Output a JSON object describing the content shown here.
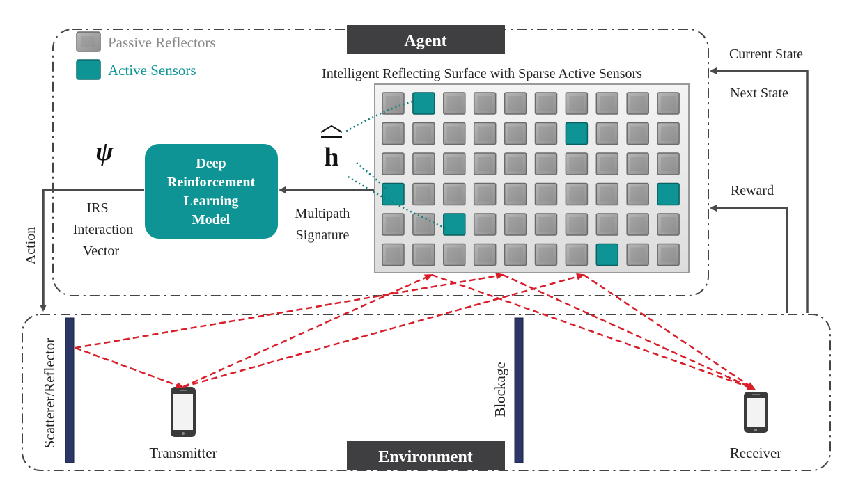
{
  "legend": {
    "passive_label": "Passive Reflectors",
    "active_label": "Active Sensors"
  },
  "agent": {
    "title": "Agent",
    "irs_title": "Intelligent Reflecting Surface with Sparse Active Sensors",
    "model_lines": [
      "Deep",
      "Reinforcement",
      "Learning",
      "Model"
    ],
    "psi_symbol": "ψ",
    "h_symbol": "h",
    "multipath_lines": [
      "Multipath",
      "Signature"
    ],
    "irs_vector_lines": [
      "IRS",
      "Interaction",
      "Vector"
    ]
  },
  "environment": {
    "title": "Environment",
    "scatterer_label": "Scatterer/Reflector",
    "blockage_label": "Blockage",
    "transmitter_label": "Transmitter",
    "receiver_label": "Receiver"
  },
  "feedback": {
    "current_state": "Current State",
    "next_state": "Next State",
    "reward": "Reward",
    "action": "Action"
  },
  "irs_grid": {
    "rows": 6,
    "cols": 10,
    "active_cells": [
      [
        0,
        1
      ],
      [
        1,
        6
      ],
      [
        3,
        0
      ],
      [
        3,
        9
      ],
      [
        4,
        2
      ],
      [
        5,
        7
      ]
    ]
  },
  "colors": {
    "teal": "#0e9494",
    "teal_dark": "#0a7878",
    "title_bar": "#3f3f41",
    "arrow": "#4a4a4a",
    "ray": "#d91e2a",
    "wall": "#2c3768",
    "passive_cell": "#9e9e9e"
  }
}
